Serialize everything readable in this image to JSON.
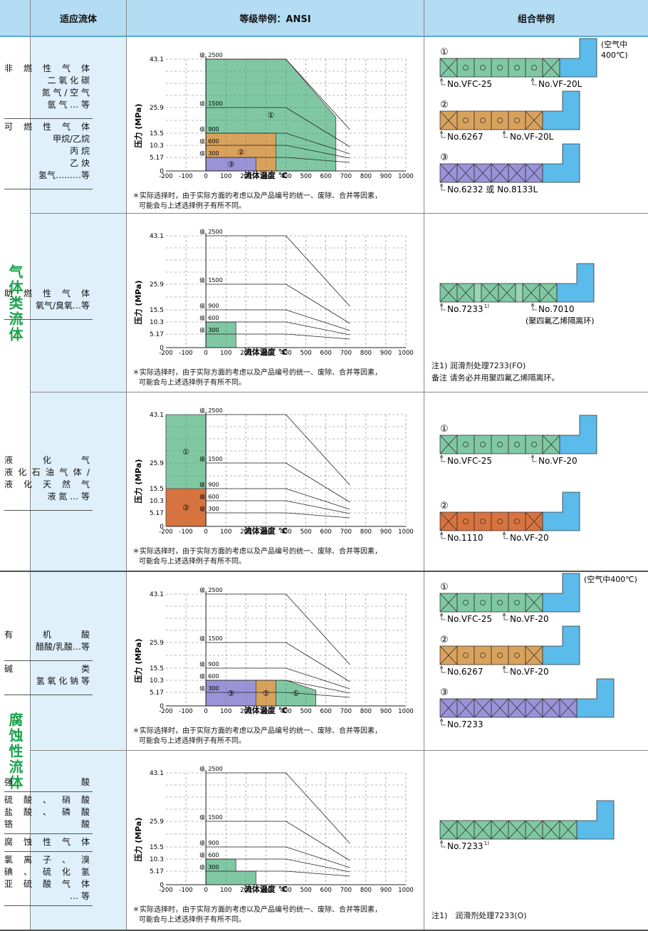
{
  "header": {
    "col1": "适应流体",
    "col2": "等级举例：ANSI",
    "col3": "组合举例"
  },
  "categories": {
    "gas": "气体类流体",
    "corrosive": "腐蚀性流体"
  },
  "chart_common": {
    "y_label": "压力 (MPa)",
    "x_label": "流体温度 ℃",
    "y_ticks": [
      "43.1",
      "25.9",
      "15.5",
      "10.3",
      "5.17",
      "0"
    ],
    "x_ticks": [
      "-200",
      "-100",
      "0",
      "100",
      "200",
      "300",
      "400",
      "500",
      "600",
      "700",
      "800",
      "900",
      "1000"
    ],
    "class_prefix": "级",
    "class_labels": [
      "2500",
      "1500",
      "900",
      "600",
      "300"
    ],
    "note_line1": "＊实际选择时，由于实际方面的考虑以及产品编号的统一、废除、合并等因素，",
    "note_line2": "可能会与上述选择例子有所不同。"
  },
  "colors": {
    "green": "#7fc8a3",
    "orange": "#d9a25c",
    "purple": "#9a93d8",
    "red_orange": "#d8733e",
    "blue": "#5bbbea"
  },
  "chart_data": [
    {
      "type": "area",
      "row": 1,
      "x_label": "流体温度 ℃",
      "y_label": "压力 (MPa)",
      "xlim": [
        -200,
        1000
      ],
      "ylim": [
        0,
        43.1
      ],
      "regions": [
        {
          "name": "①",
          "color": "green",
          "points": [
            [
              0,
              43.1
            ],
            [
              400,
              43.1
            ],
            [
              650,
              22
            ],
            [
              650,
              0
            ],
            [
              0,
              0
            ]
          ]
        },
        {
          "name": "②",
          "color": "orange",
          "points": [
            [
              0,
              15.5
            ],
            [
              350,
              15.5
            ],
            [
              350,
              0
            ],
            [
              0,
              0
            ]
          ]
        },
        {
          "name": "③",
          "color": "purple",
          "points": [
            [
              0,
              5.17
            ],
            [
              250,
              5.17
            ],
            [
              250,
              0
            ],
            [
              0,
              0
            ]
          ]
        }
      ]
    },
    {
      "type": "area",
      "row": 2,
      "x_label": "流体温度 ℃",
      "y_label": "压力 (MPa)",
      "xlim": [
        -200,
        1000
      ],
      "ylim": [
        0,
        43.1
      ],
      "regions": [
        {
          "name": "",
          "color": "green",
          "points": [
            [
              0,
              10.3
            ],
            [
              150,
              10.3
            ],
            [
              150,
              0
            ],
            [
              0,
              0
            ]
          ]
        }
      ]
    },
    {
      "type": "area",
      "row": 3,
      "x_label": "流体温度 ℃",
      "y_label": "压力 (MPa)",
      "xlim": [
        -200,
        1000
      ],
      "ylim": [
        0,
        43.1
      ],
      "regions": [
        {
          "name": "①",
          "color": "green",
          "points": [
            [
              -200,
              43.1
            ],
            [
              0,
              43.1
            ],
            [
              0,
              15.5
            ],
            [
              -200,
              15.5
            ]
          ]
        },
        {
          "name": "②",
          "color": "red_orange",
          "points": [
            [
              -200,
              15.5
            ],
            [
              0,
              15.5
            ],
            [
              0,
              0
            ],
            [
              -200,
              0
            ]
          ]
        }
      ]
    },
    {
      "type": "area",
      "row": 4,
      "x_label": "流体温度 ℃",
      "y_label": "压力 (MPa)",
      "xlim": [
        -200,
        1000
      ],
      "ylim": [
        0,
        43.1
      ],
      "regions": [
        {
          "name": "③",
          "color": "purple",
          "points": [
            [
              0,
              10.3
            ],
            [
              250,
              10.3
            ],
            [
              250,
              0
            ],
            [
              0,
              0
            ]
          ]
        },
        {
          "name": "②",
          "color": "orange",
          "points": [
            [
              250,
              10.3
            ],
            [
              350,
              10.3
            ],
            [
              350,
              0
            ],
            [
              250,
              0
            ]
          ]
        },
        {
          "name": "①",
          "color": "green",
          "points": [
            [
              350,
              10.3
            ],
            [
              400,
              10.3
            ],
            [
              550,
              6
            ],
            [
              550,
              0
            ],
            [
              350,
              0
            ]
          ]
        }
      ]
    },
    {
      "type": "area",
      "row": 5,
      "x_label": "流体温度 ℃",
      "y_label": "压力 (MPa)",
      "xlim": [
        -200,
        1000
      ],
      "ylim": [
        0,
        43.1
      ],
      "regions": [
        {
          "name": "",
          "color": "green",
          "points": [
            [
              0,
              10.3
            ],
            [
              150,
              10.3
            ],
            [
              150,
              5.17
            ],
            [
              250,
              5.17
            ],
            [
              250,
              0
            ],
            [
              0,
              0
            ]
          ]
        }
      ]
    }
  ],
  "rows": [
    {
      "fluids": [
        {
          "lines": [
            {
              "t": "非 燃 性 气 体",
              "j": true
            },
            {
              "t": "二 氧 化 碳"
            },
            {
              "t": "氮 气 / 空 气"
            },
            {
              "t": "氩 气 … 等"
            }
          ]
        },
        {
          "lines": [
            {
              "t": "可 燃 性 气 体",
              "j": true
            },
            {
              "t": "甲烷/乙烷"
            },
            {
              "t": "丙 烷"
            },
            {
              "t": "乙 炔"
            },
            {
              "t": "氢气………等"
            }
          ]
        }
      ],
      "combos": [
        {
          "num": "①",
          "color": "green",
          "cells": [
            "x",
            "o",
            "o",
            "o",
            "o",
            "o",
            "x"
          ],
          "labels": [
            "No.VFC-25",
            "No.VF-20L"
          ],
          "side": [
            "(空气中",
            "400℃)"
          ]
        },
        {
          "num": "②",
          "color": "orange",
          "cells": [
            "x",
            "o",
            "o",
            "o",
            "o",
            "x"
          ],
          "labels": [
            "No.6267",
            "No.VF-20L"
          ]
        },
        {
          "num": "③",
          "color": "purple",
          "cells": [
            "x",
            "x",
            "x",
            "x",
            "x",
            "x"
          ],
          "labels": [
            "No.6232 或 No.8133L"
          ]
        }
      ]
    },
    {
      "fluids": [
        {
          "lines": [
            {
              "t": "助 燃 性 气 体",
              "j": true
            },
            {
              "t": "氧气/臭氧…等"
            }
          ]
        }
      ],
      "combos": [
        {
          "num": "",
          "color": "green",
          "cells": [
            "x",
            "x",
            "s",
            "x",
            "x",
            "s",
            "x",
            "x"
          ],
          "labels": [
            "No.7233",
            "No.7010"
          ],
          "sup": "1)",
          "sub": "(聚四氟乙烯隔离环)"
        }
      ],
      "notes": [
        "注1) 润滑剂处理7233(FO)",
        "备注 请务必并用聚四氟乙烯隔离环。"
      ]
    },
    {
      "fluids": [
        {
          "lines": [
            {
              "t": "液 化 气",
              "j": true
            },
            {
              "t": "液化石油气体/",
              "j": true
            },
            {
              "t": "液 化 天 然 气",
              "j": true
            },
            {
              "t": "液 氮 … 等"
            }
          ]
        }
      ],
      "combos": [
        {
          "num": "①",
          "color": "green",
          "cells": [
            "x",
            "o",
            "o",
            "o",
            "o",
            "o",
            "x"
          ],
          "labels": [
            "No.VFC-25",
            "No.VF-20"
          ]
        },
        {
          "num": "②",
          "color": "red_orange",
          "cells": [
            "x",
            "o",
            "o",
            "o",
            "o",
            "x"
          ],
          "labels": [
            "No.1110",
            "No.VF-20"
          ]
        }
      ]
    },
    {
      "fluids": [
        {
          "lines": [
            {
              "t": "有 机 酸",
              "j": true
            },
            {
              "t": "醋酸/乳酸…等"
            }
          ]
        },
        {
          "lines": [
            {
              "t": "碱 类",
              "j": true
            },
            {
              "t": "氢 氧 化 钠 等"
            }
          ]
        }
      ],
      "combos": [
        {
          "num": "①",
          "color": "green",
          "cells": [
            "x",
            "o",
            "o",
            "o",
            "o",
            "x"
          ],
          "labels": [
            "No.VFC-25",
            "No.VF-20"
          ],
          "side": [
            "(空气中400℃)"
          ]
        },
        {
          "num": "②",
          "color": "orange",
          "cells": [
            "x",
            "o",
            "o",
            "o",
            "o",
            "x"
          ],
          "labels": [
            "No.6267",
            "No.VF-20"
          ]
        },
        {
          "num": "③",
          "color": "purple",
          "cells": [
            "x",
            "x",
            "x",
            "x",
            "x",
            "x",
            "x",
            "x"
          ],
          "labels": [
            "No.7233"
          ]
        }
      ]
    },
    {
      "fluids": [
        {
          "lines": [
            {
              "t": "强 酸",
              "j": true
            }
          ]
        },
        {
          "lines": [
            {
              "t": "硫 酸 、 硝 酸",
              "j": true
            },
            {
              "t": "盐 酸 、 磷 酸",
              "j": true
            },
            {
              "t": "铬 酸",
              "j": true
            }
          ]
        },
        {
          "lines": [
            {
              "t": "腐 蚀 性 气 体",
              "j": true
            }
          ]
        },
        {
          "lines": [
            {
              "t": "氯 离 子 、 溴",
              "j": true
            },
            {
              "t": "碘 、 硫 化 氢",
              "j": true
            },
            {
              "t": "亚 硫 酸 气 体",
              "j": true
            },
            {
              "t": "… 等"
            }
          ]
        }
      ],
      "combos": [
        {
          "num": "",
          "color": "green",
          "cells": [
            "x",
            "x",
            "x",
            "x",
            "x",
            "x",
            "x",
            "x"
          ],
          "labels": [
            "No.7233"
          ],
          "sup": "1)"
        }
      ],
      "notes": [
        "注1)　润滑剂处理7233(O)"
      ]
    }
  ]
}
